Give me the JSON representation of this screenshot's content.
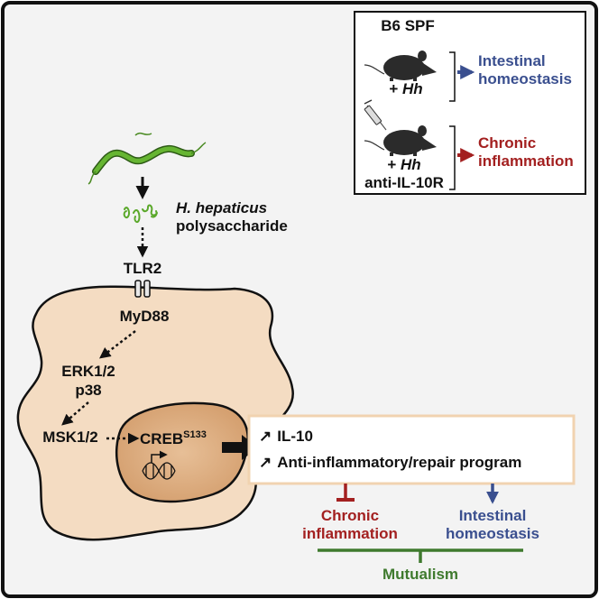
{
  "bacterium": {
    "name_italic": "H. hepaticus",
    "name_rest": "polysaccharide"
  },
  "pathway": {
    "receptor": "TLR2",
    "adaptor": "MyD88",
    "kinase1_line1": "ERK1/2",
    "kinase1_line2": "p38",
    "kinase2": "MSK1/2",
    "tf": "CREB",
    "tf_site": "S133"
  },
  "outputs": {
    "item1": "IL-10",
    "item2": "Anti-inflammatory/repair program",
    "arrow_glyph": "↗"
  },
  "outcomes": {
    "left_line1": "Chronic",
    "left_line2": "inflammation",
    "right_line1": "Intestinal",
    "right_line2": "homeostasis",
    "combined": "Mutualism"
  },
  "inset": {
    "title": "B6 SPF",
    "cond1_prefix": "+ ",
    "cond1_italic": "Hh",
    "cond2_prefix": "+ ",
    "cond2_italic": "Hh",
    "cond2_extra": "anti-IL-10R",
    "result1_line1": "Intestinal",
    "result1_line2": "homeostasis",
    "result2_line1": "Chronic",
    "result2_line2": "inflammation",
    "icons": [
      "mouse-icon",
      "syringe-icon"
    ]
  },
  "colors": {
    "frame": "#111111",
    "background": "#f3f3f3",
    "cell_fill": "#f4dcc2",
    "nucleus_fill": "#dba97a",
    "bacterium": "#5aa82a",
    "blue": "#3a4f8f",
    "red": "#a32020",
    "green": "#3f7a2e",
    "output_border": "#f1d3b0"
  }
}
